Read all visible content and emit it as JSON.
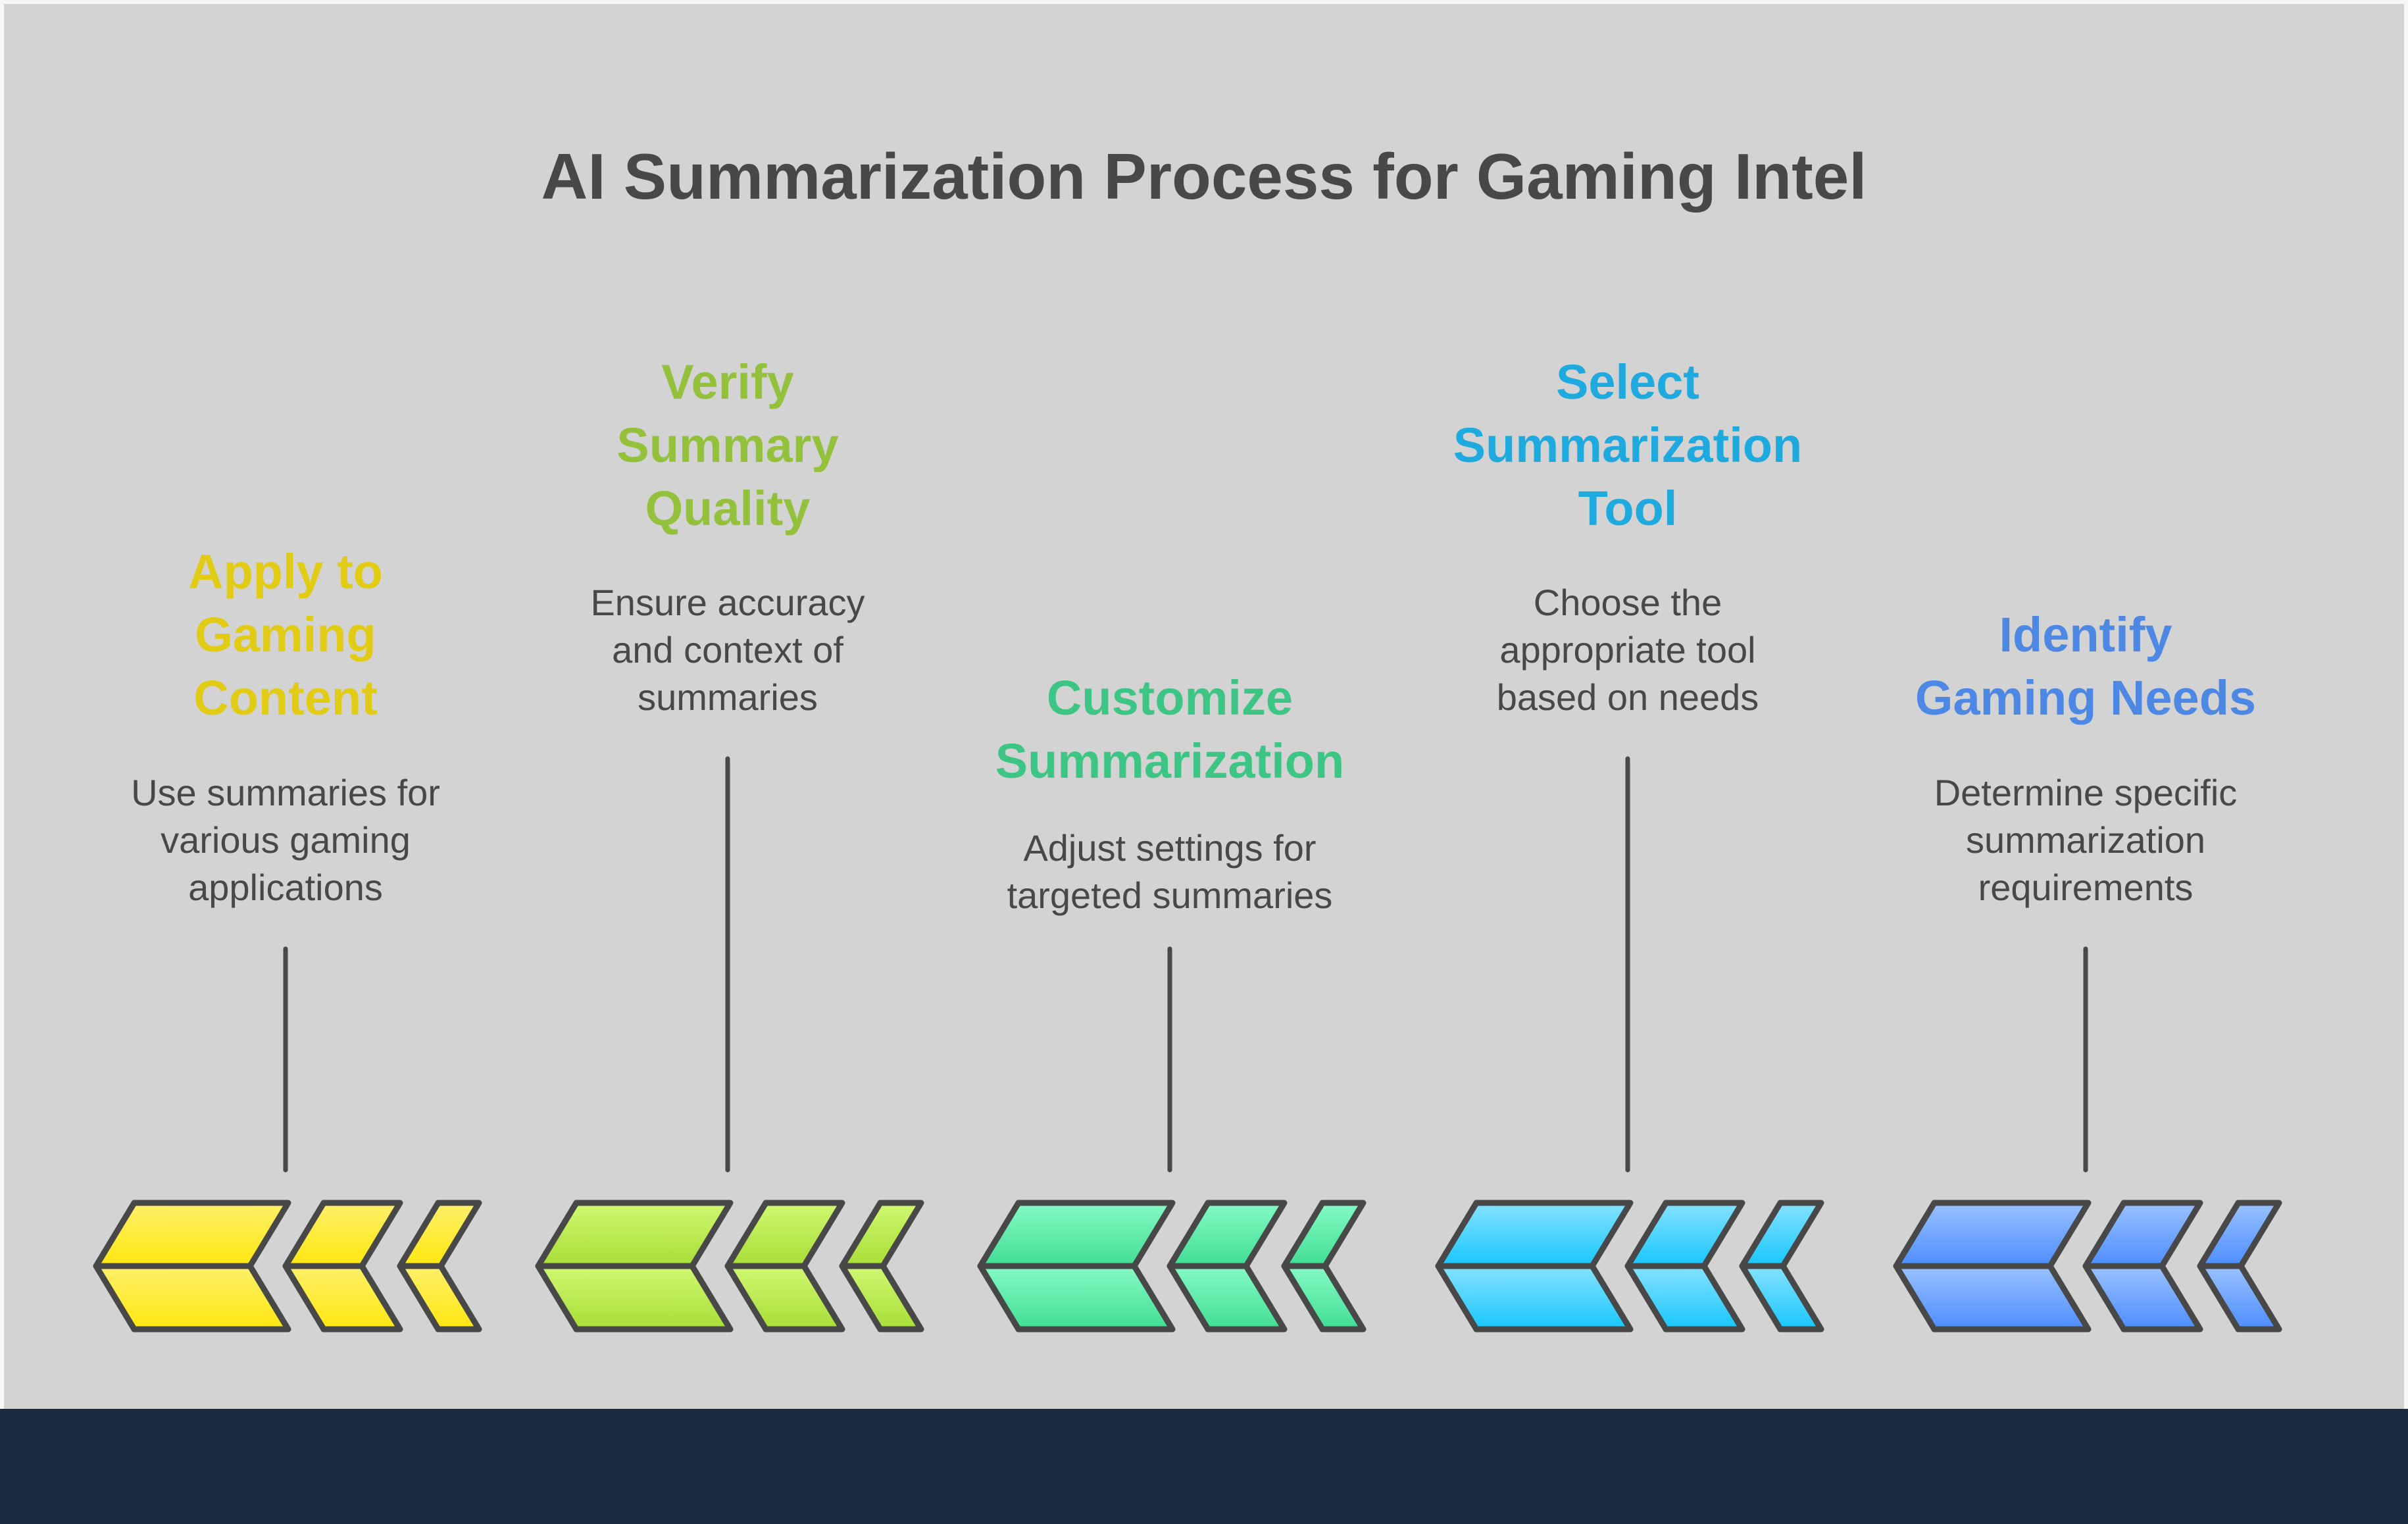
{
  "title": "AI Summarization Process for Gaming Intel",
  "colors": {
    "background": "#d3d3d3",
    "text": "#484848",
    "footer": "#1b2b40"
  },
  "steps": [
    {
      "id": "apply",
      "heading": [
        "Apply to",
        "Gaming",
        "Content"
      ],
      "description": [
        "Use summaries for",
        "various gaming",
        "applications"
      ],
      "color": "#e2cb14",
      "chevron_light": "#fff06a",
      "chevron_dark": "#ffe70f",
      "icon": "chevron-left-icon"
    },
    {
      "id": "verify",
      "heading": [
        "Verify",
        "Summary",
        "Quality"
      ],
      "description": [
        "Ensure accuracy",
        "and context of",
        "summaries"
      ],
      "color": "#93c13c",
      "chevron_light": "#d0f872",
      "chevron_dark": "#a7de36",
      "icon": "chevron-left-icon"
    },
    {
      "id": "customize",
      "heading": [
        "Customize",
        "Summarization"
      ],
      "description": [
        "Adjust settings for",
        "targeted summaries"
      ],
      "color": "#3dc583",
      "chevron_light": "#86fac4",
      "chevron_dark": "#40de94",
      "icon": "chevron-left-icon"
    },
    {
      "id": "select",
      "heading": [
        "Select",
        "Summarization",
        "Tool"
      ],
      "description": [
        "Choose the",
        "appropriate tool",
        "based on needs"
      ],
      "color": "#1eaadf",
      "chevron_light": "#86e2ff",
      "chevron_dark": "#17c6fe",
      "icon": "chevron-left-icon"
    },
    {
      "id": "identify",
      "heading": [
        "Identify",
        "Gaming Needs"
      ],
      "description": [
        "Determine specific",
        "summarization",
        "requirements"
      ],
      "color": "#4d88e4",
      "chevron_light": "#9ac1ff",
      "chevron_dark": "#4d8eff",
      "icon": "chevron-left-icon"
    }
  ]
}
